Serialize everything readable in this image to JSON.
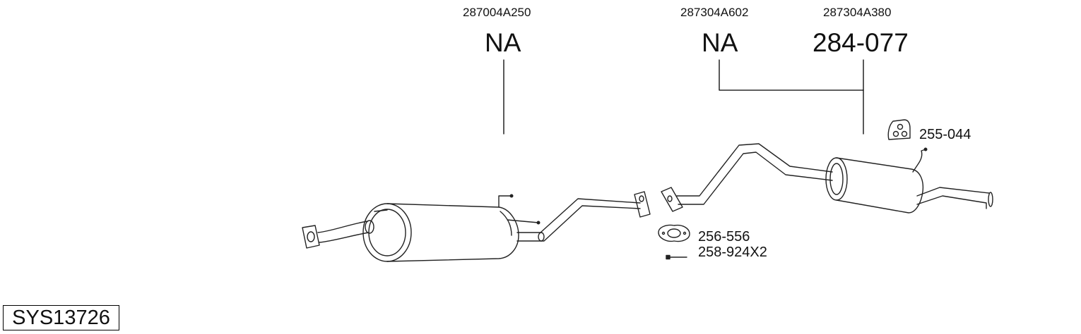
{
  "parts": [
    {
      "oem": "287004A250",
      "number": "NA"
    },
    {
      "oem": "287304A602",
      "number": "NA"
    },
    {
      "oem": "287304A380",
      "number": "284-077"
    }
  ],
  "accessories": [
    {
      "number": "255-044"
    },
    {
      "number": "256-556"
    },
    {
      "number": "258-924X2"
    }
  ],
  "system_code": "SYS13726"
}
